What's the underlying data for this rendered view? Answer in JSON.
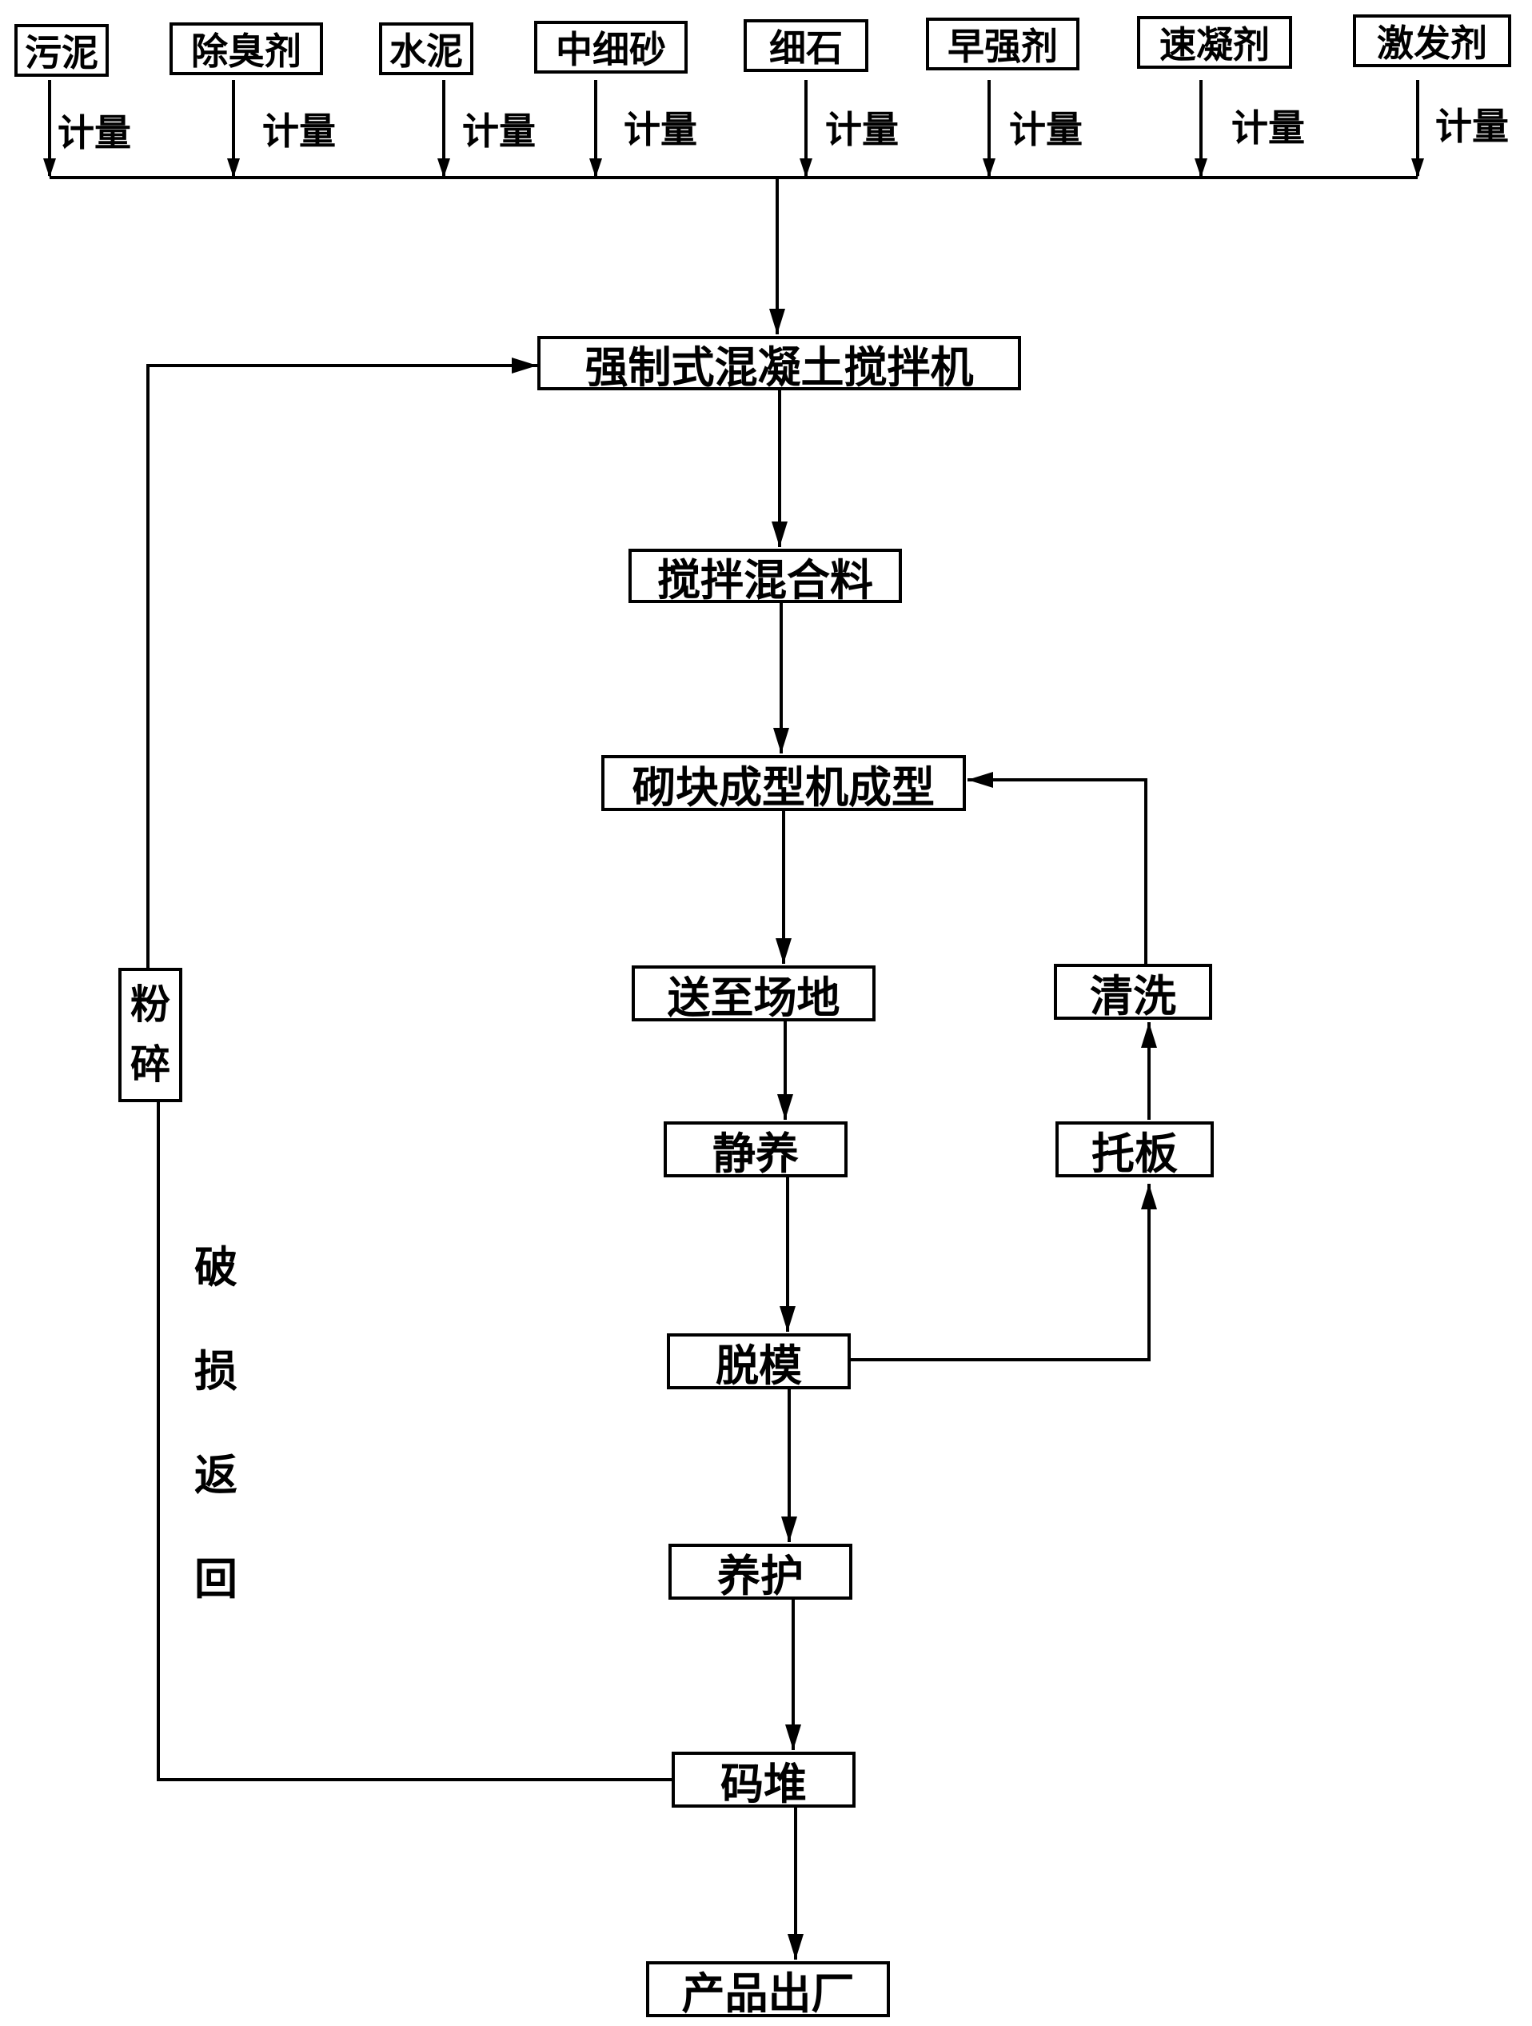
{
  "inputs": [
    {
      "label": "污泥",
      "measure": "计量"
    },
    {
      "label": "除臭剂",
      "measure": "计量"
    },
    {
      "label": "水泥",
      "measure": "计量"
    },
    {
      "label": "中细砂",
      "measure": "计量"
    },
    {
      "label": "细石",
      "measure": "计量"
    },
    {
      "label": "早强剂",
      "measure": "计量"
    },
    {
      "label": "速凝剂",
      "measure": "计量"
    },
    {
      "label": "激发剂",
      "measure": "计量"
    }
  ],
  "steps": {
    "mixer": "强制式混凝土搅拌机",
    "mix": "搅拌混合料",
    "forming": "砌块成型机成型",
    "transport": "送至场地",
    "static_cure": "静养",
    "demold": "脱模",
    "curing": "养护",
    "stack": "码堆",
    "out": "产品出厂"
  },
  "pallet_loop": {
    "pallet": "托板",
    "clean": "清洗"
  },
  "return_loop": {
    "crush": [
      "粉",
      "碎"
    ],
    "damaged_return": [
      "破",
      "损",
      "返",
      "回"
    ]
  }
}
